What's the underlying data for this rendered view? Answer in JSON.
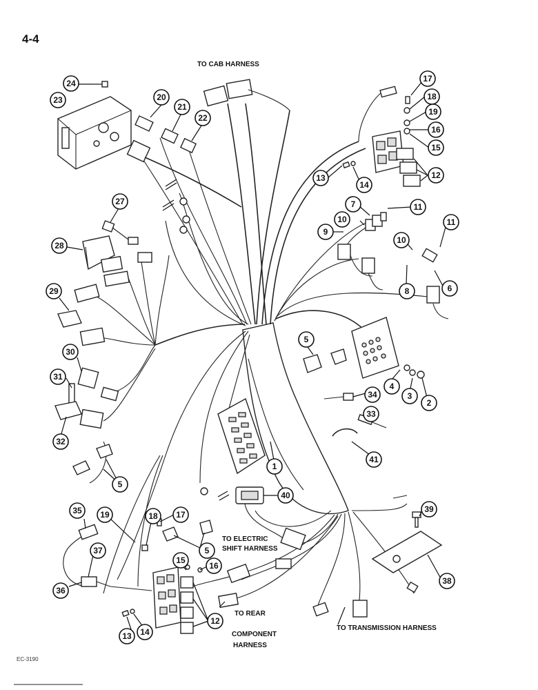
{
  "page": {
    "number": "4-4",
    "figure_code": "EC-3190"
  },
  "labels": {
    "to_cab": "TO CAB HARNESS",
    "to_electric_line1": "TO ELECTRIC",
    "to_electric_line2": "SHIFT HARNESS",
    "to_rear_line1": "TO REAR",
    "to_rear_line2": "COMPONENT",
    "to_rear_line3": "HARNESS",
    "to_transmission": "TO TRANSMISSION HARNESS"
  },
  "callouts": [
    {
      "id": "c24",
      "text": "24"
    },
    {
      "id": "c23",
      "text": "23"
    },
    {
      "id": "c20",
      "text": "20"
    },
    {
      "id": "c21",
      "text": "21"
    },
    {
      "id": "c22",
      "text": "22"
    },
    {
      "id": "c17a",
      "text": "17"
    },
    {
      "id": "c18a",
      "text": "18"
    },
    {
      "id": "c19a",
      "text": "19"
    },
    {
      "id": "c16a",
      "text": "16"
    },
    {
      "id": "c15a",
      "text": "15"
    },
    {
      "id": "c12a",
      "text": "12"
    },
    {
      "id": "c13a",
      "text": "13"
    },
    {
      "id": "c14a",
      "text": "14"
    },
    {
      "id": "c7",
      "text": "7"
    },
    {
      "id": "c11a",
      "text": "11"
    },
    {
      "id": "c10a",
      "text": "10"
    },
    {
      "id": "c9",
      "text": "9"
    },
    {
      "id": "c11b",
      "text": "11"
    },
    {
      "id": "c10b",
      "text": "10"
    },
    {
      "id": "c8",
      "text": "8"
    },
    {
      "id": "c6",
      "text": "6"
    },
    {
      "id": "c27",
      "text": "27"
    },
    {
      "id": "c28",
      "text": "28"
    },
    {
      "id": "c29",
      "text": "29"
    },
    {
      "id": "c30",
      "text": "30"
    },
    {
      "id": "c31",
      "text": "31"
    },
    {
      "id": "c32",
      "text": "32"
    },
    {
      "id": "c5a",
      "text": "5"
    },
    {
      "id": "c5b",
      "text": "5"
    },
    {
      "id": "c4",
      "text": "4"
    },
    {
      "id": "c3",
      "text": "3"
    },
    {
      "id": "c2",
      "text": "2"
    },
    {
      "id": "c34",
      "text": "34"
    },
    {
      "id": "c33",
      "text": "33"
    },
    {
      "id": "c41",
      "text": "41"
    },
    {
      "id": "c1",
      "text": "1"
    },
    {
      "id": "c40",
      "text": "40"
    },
    {
      "id": "c35",
      "text": "35"
    },
    {
      "id": "c19b",
      "text": "19"
    },
    {
      "id": "c18b",
      "text": "18"
    },
    {
      "id": "c17b",
      "text": "17"
    },
    {
      "id": "c5c",
      "text": "5"
    },
    {
      "id": "c39",
      "text": "39"
    },
    {
      "id": "c37",
      "text": "37"
    },
    {
      "id": "c36",
      "text": "36"
    },
    {
      "id": "c15b",
      "text": "15"
    },
    {
      "id": "c16b",
      "text": "16"
    },
    {
      "id": "c12b",
      "text": "12"
    },
    {
      "id": "c13b",
      "text": "13"
    },
    {
      "id": "c14b",
      "text": "14"
    },
    {
      "id": "c38",
      "text": "38"
    }
  ]
}
